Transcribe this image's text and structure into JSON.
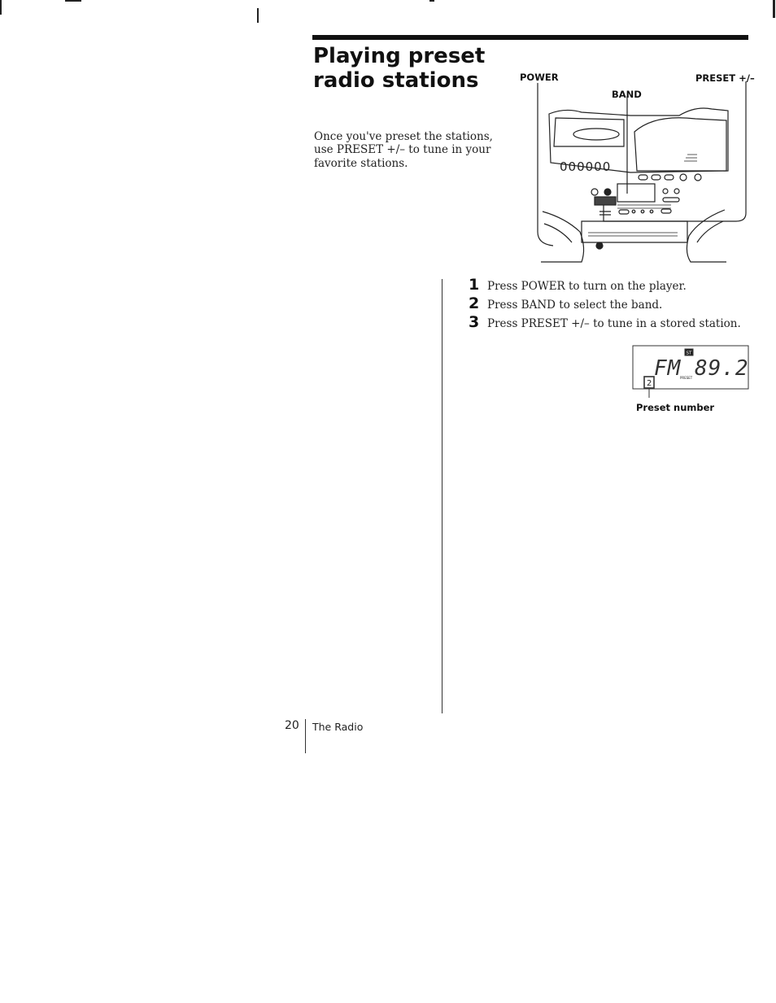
{
  "page": {
    "title": "Playing preset radio stations",
    "intro": "Once you've preset the stations, use PRESET +/– to tune in your favorite stations."
  },
  "figure": {
    "labels": {
      "power": "POWER",
      "band": "BAND",
      "preset": "PRESET +/–"
    }
  },
  "steps": [
    {
      "number": "1",
      "text": "Press POWER to turn on the player."
    },
    {
      "number": "2",
      "text": "Press BAND to select the band."
    },
    {
      "number": "3",
      "text": "Press PRESET +/– to tune in a stored station."
    }
  ],
  "display": {
    "readout": "FM 89.2",
    "preset_digit": "2",
    "preset_caption": "PRESET",
    "indicator": "ST",
    "label": "Preset number"
  },
  "footer": {
    "page_number": "20",
    "section": "The Radio"
  }
}
